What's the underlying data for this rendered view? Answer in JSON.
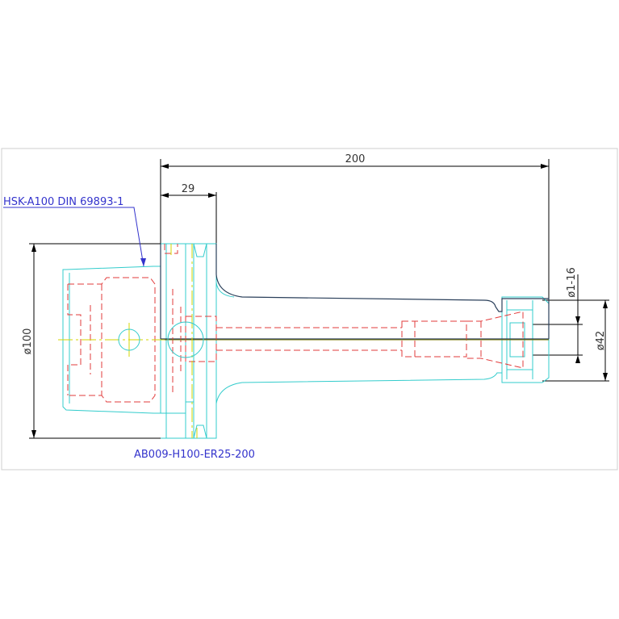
{
  "dimensions": {
    "length_overall": "200",
    "flange_length": "29",
    "diameter_flange": "ø100",
    "diameter_nut": "ø42",
    "clamping_range": "ø1-16"
  },
  "labels": {
    "shank_standard": "HSK-A100 DIN 69893-1",
    "part_number": "AB009-H100-ER25-200"
  },
  "colors": {
    "dimension": "#000000",
    "outline": "#2a3f5a",
    "body": "#33cccc",
    "hidden": "#e23b3b",
    "centerline": "#d6d600",
    "label": "#3333cc"
  }
}
